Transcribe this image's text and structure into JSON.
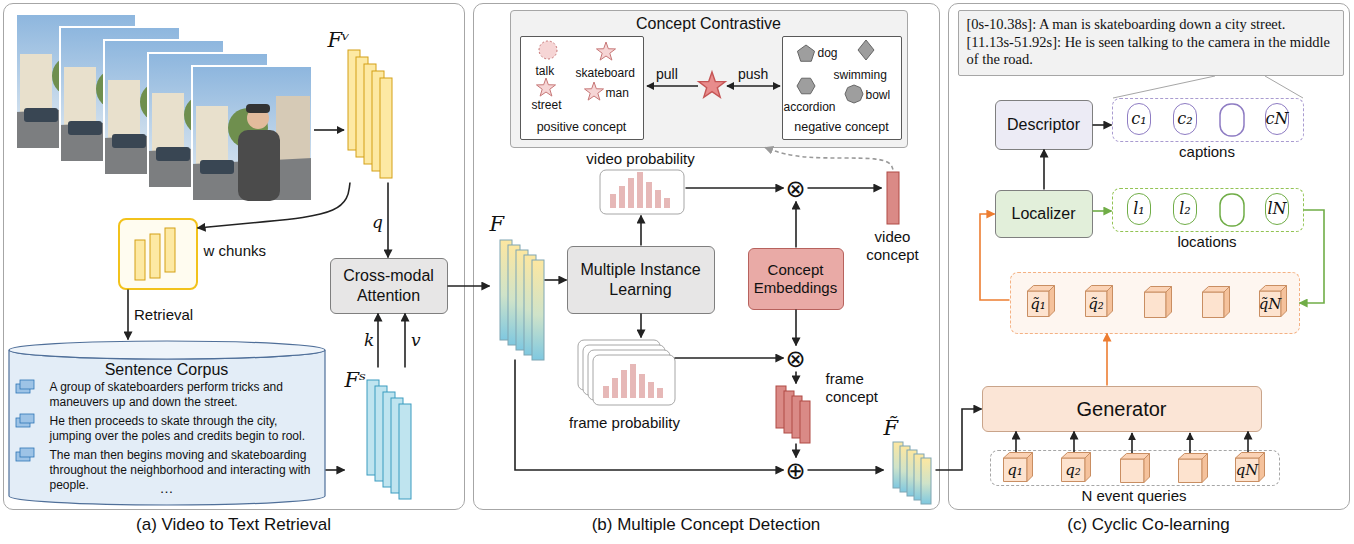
{
  "diagram": {
    "nodes": [
      {
        "text": [
          "(a) Video to Text Retrieval"
        ]
      },
      {
        "text": [
          "Fᵛ"
        ],
        "in": 0
      },
      {
        "text": [
          "w chunks"
        ],
        "in": 0
      },
      {
        "text": [
          "Cross-modal Attention"
        ],
        "in": 0
      },
      {
        "text": [
          "Sentence Corpus",
          "A group of skateboarders perform tricks and maneuvers up and down the street.",
          "He then proceeds to skate through the city, jumping over the poles and credits begin to rool.",
          "The man then begins moving and skateboarding throughout the neighborhood and interacting with people.",
          "…"
        ],
        "in": 0
      },
      {
        "text": [
          "Fˢ"
        ],
        "in": 0
      },
      {
        "text": [
          "(b) Multiple Concept Detection"
        ]
      },
      {
        "text": [
          "Concept Contrastive"
        ],
        "in": 6
      },
      {
        "text": [
          "talk",
          "skateboard",
          "street",
          "man",
          "positive concept"
        ],
        "in": 7
      },
      {
        "text": [
          "dog",
          "swimming",
          "accordion",
          "bowl",
          "negative concept"
        ],
        "in": 7
      },
      {
        "text": [
          "F"
        ],
        "in": 6
      },
      {
        "text": [
          "video probability"
        ],
        "in": 6
      },
      {
        "text": [
          "Multiple Instance Learning"
        ],
        "in": 6
      },
      {
        "text": [
          "frame probability"
        ],
        "in": 6
      },
      {
        "text": [
          "⊗"
        ],
        "in": 6
      },
      {
        "text": [
          "Concept Embeddings"
        ],
        "in": 6
      },
      {
        "text": [
          "video concept"
        ],
        "in": 6
      },
      {
        "text": [
          "⊗"
        ],
        "in": 6
      },
      {
        "text": [
          "frame concept"
        ],
        "in": 6
      },
      {
        "text": [
          "⊕"
        ],
        "in": 6
      },
      {
        "text": [
          "F̃"
        ],
        "in": 6
      },
      {
        "text": [
          "(c) Cyclic Co-learning"
        ]
      },
      {
        "text": [
          "[0s-10.38s]: A man is skateboarding down a city street.",
          "[11.13s-51.92s]: He is seen talking to the camera in the middle of the road."
        ],
        "in": 21
      },
      {
        "text": [
          "Descriptor"
        ],
        "in": 21
      },
      {
        "text": [
          "captions"
        ],
        "in": 21
      },
      {
        "text": [
          "c₁"
        ],
        "in": 24
      },
      {
        "text": [
          "c₂"
        ],
        "in": 24
      },
      {
        "text": [
          "cN"
        ],
        "in": 24
      },
      {
        "text": [
          "Localizer"
        ],
        "in": 21
      },
      {
        "text": [
          "locations"
        ],
        "in": 21
      },
      {
        "text": [
          "l₁"
        ],
        "in": 29
      },
      {
        "text": [
          "l₂"
        ],
        "in": 29
      },
      {
        "text": [
          "lN"
        ],
        "in": 29
      },
      {
        "text": [],
        "in": 21
      },
      {
        "text": [
          "q̃₁"
        ],
        "in": 33
      },
      {
        "text": [
          "q̃₂"
        ],
        "in": 33
      },
      {
        "text": [
          "q̃N"
        ],
        "in": 33
      },
      {
        "text": [
          "Generator"
        ],
        "in": 21
      },
      {
        "text": [
          "N event queries"
        ],
        "in": 21
      },
      {
        "text": [
          "q₁"
        ],
        "in": 38
      },
      {
        "text": [
          "q₂"
        ],
        "in": 38
      },
      {
        "text": [
          "qN"
        ],
        "in": 38
      }
    ],
    "edges": [
      {
        "from": 1,
        "to": 3,
        "label": "q",
        "arrow": "to"
      },
      {
        "from": 1,
        "to": 2,
        "arrow": "to"
      },
      {
        "from": 2,
        "to": 4,
        "label": "Retrieval",
        "arrow": "to"
      },
      {
        "from": 4,
        "to": 5,
        "arrow": "to"
      },
      {
        "from": 5,
        "to": 3,
        "label": "k",
        "arrow": "to"
      },
      {
        "from": 5,
        "to": 3,
        "label": "v",
        "arrow": "to"
      },
      {
        "from": 3,
        "to": 10,
        "arrow": "to"
      },
      {
        "from": 10,
        "to": 12,
        "arrow": "to"
      },
      {
        "from": 12,
        "to": 11,
        "arrow": "to"
      },
      {
        "from": 12,
        "to": 13,
        "arrow": "to"
      },
      {
        "from": 11,
        "to": 14,
        "arrow": "to"
      },
      {
        "from": 15,
        "to": 14,
        "arrow": "to"
      },
      {
        "from": 14,
        "to": 16,
        "arrow": "to"
      },
      {
        "from": 16,
        "to": 7,
        "arrow": "to"
      },
      {
        "from": 13,
        "to": 17,
        "arrow": "to"
      },
      {
        "from": 15,
        "to": 17,
        "arrow": "to"
      },
      {
        "from": 17,
        "to": 18,
        "arrow": "to"
      },
      {
        "from": 18,
        "to": 19,
        "arrow": "to"
      },
      {
        "from": 10,
        "to": 19,
        "arrow": "to"
      },
      {
        "from": 19,
        "to": 20,
        "arrow": "to"
      },
      {
        "from": 20,
        "to": 37,
        "arrow": "to"
      },
      {
        "from": 39,
        "to": 37,
        "arrow": "to"
      },
      {
        "from": 40,
        "to": 37,
        "arrow": "to"
      },
      {
        "from": 41,
        "to": 37,
        "arrow": "to"
      },
      {
        "from": 37,
        "to": 33,
        "arrow": "to"
      },
      {
        "from": 33,
        "to": 28,
        "arrow": "to"
      },
      {
        "from": 28,
        "to": 29,
        "arrow": "to"
      },
      {
        "from": 29,
        "to": 33,
        "arrow": "to"
      },
      {
        "from": 28,
        "to": 23,
        "arrow": "to"
      },
      {
        "from": 23,
        "to": 24,
        "arrow": "to"
      }
    ],
    "labels": [
      "pull",
      "push"
    ]
  }
}
